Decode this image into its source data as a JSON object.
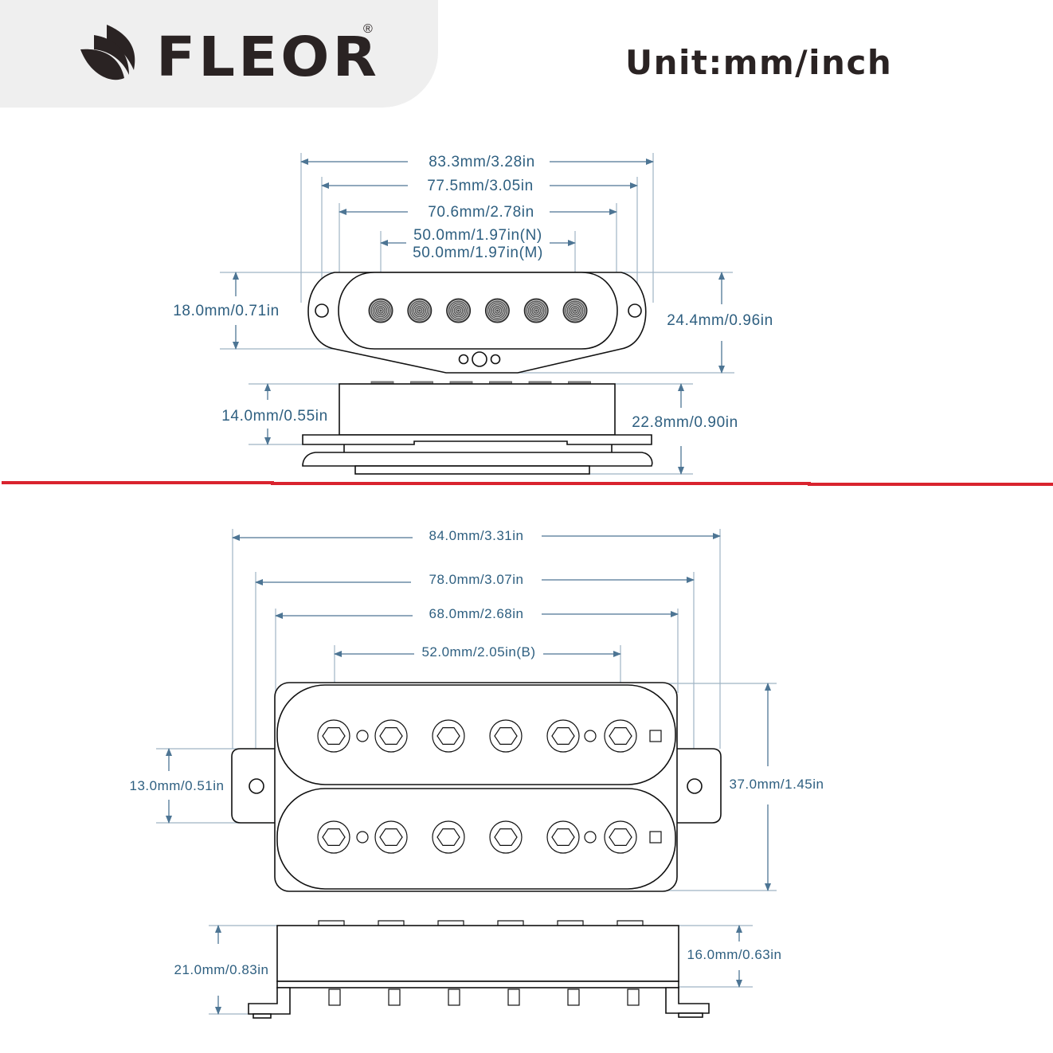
{
  "header": {
    "brand_name": "FLEOR",
    "registered_mark": "®",
    "logo_icon": "leaf-logo-icon",
    "unit_label": "Unit:mm/inch"
  },
  "colors": {
    "dimension_text": "#2e5f80",
    "dimension_line": "#4d7594",
    "divider": "#d9232e",
    "outline": "#111111",
    "logo_panel": "#efefef",
    "brand_text": "#2a2323"
  },
  "single_coil": {
    "top_view": {
      "width_overall": "83.3mm/3.28in",
      "width_mount_holes": "77.5mm/3.05in",
      "width_cover": "70.6mm/2.78in",
      "pole_spacing_neck": "50.0mm/1.97in(N)",
      "pole_spacing_middle": "50.0mm/1.97in(M)",
      "cover_height": "18.0mm/0.71in",
      "overall_depth": "24.4mm/0.96in",
      "pole_count": 6
    },
    "side_view": {
      "cover_height": "14.0mm/0.55in",
      "total_height": "22.8mm/0.90in"
    }
  },
  "humbucker": {
    "top_view": {
      "width_overall": "84.0mm/3.31in",
      "width_mount_holes": "78.0mm/3.07in",
      "width_cover": "68.0mm/2.68in",
      "pole_spacing_bridge": "52.0mm/2.05in(B)",
      "ear_height": "13.0mm/0.51in",
      "overall_length": "37.0mm/1.45in",
      "pole_count_per_coil": 6
    },
    "side_view": {
      "total_height": "21.0mm/0.83in",
      "cover_height": "16.0mm/0.63in"
    }
  }
}
